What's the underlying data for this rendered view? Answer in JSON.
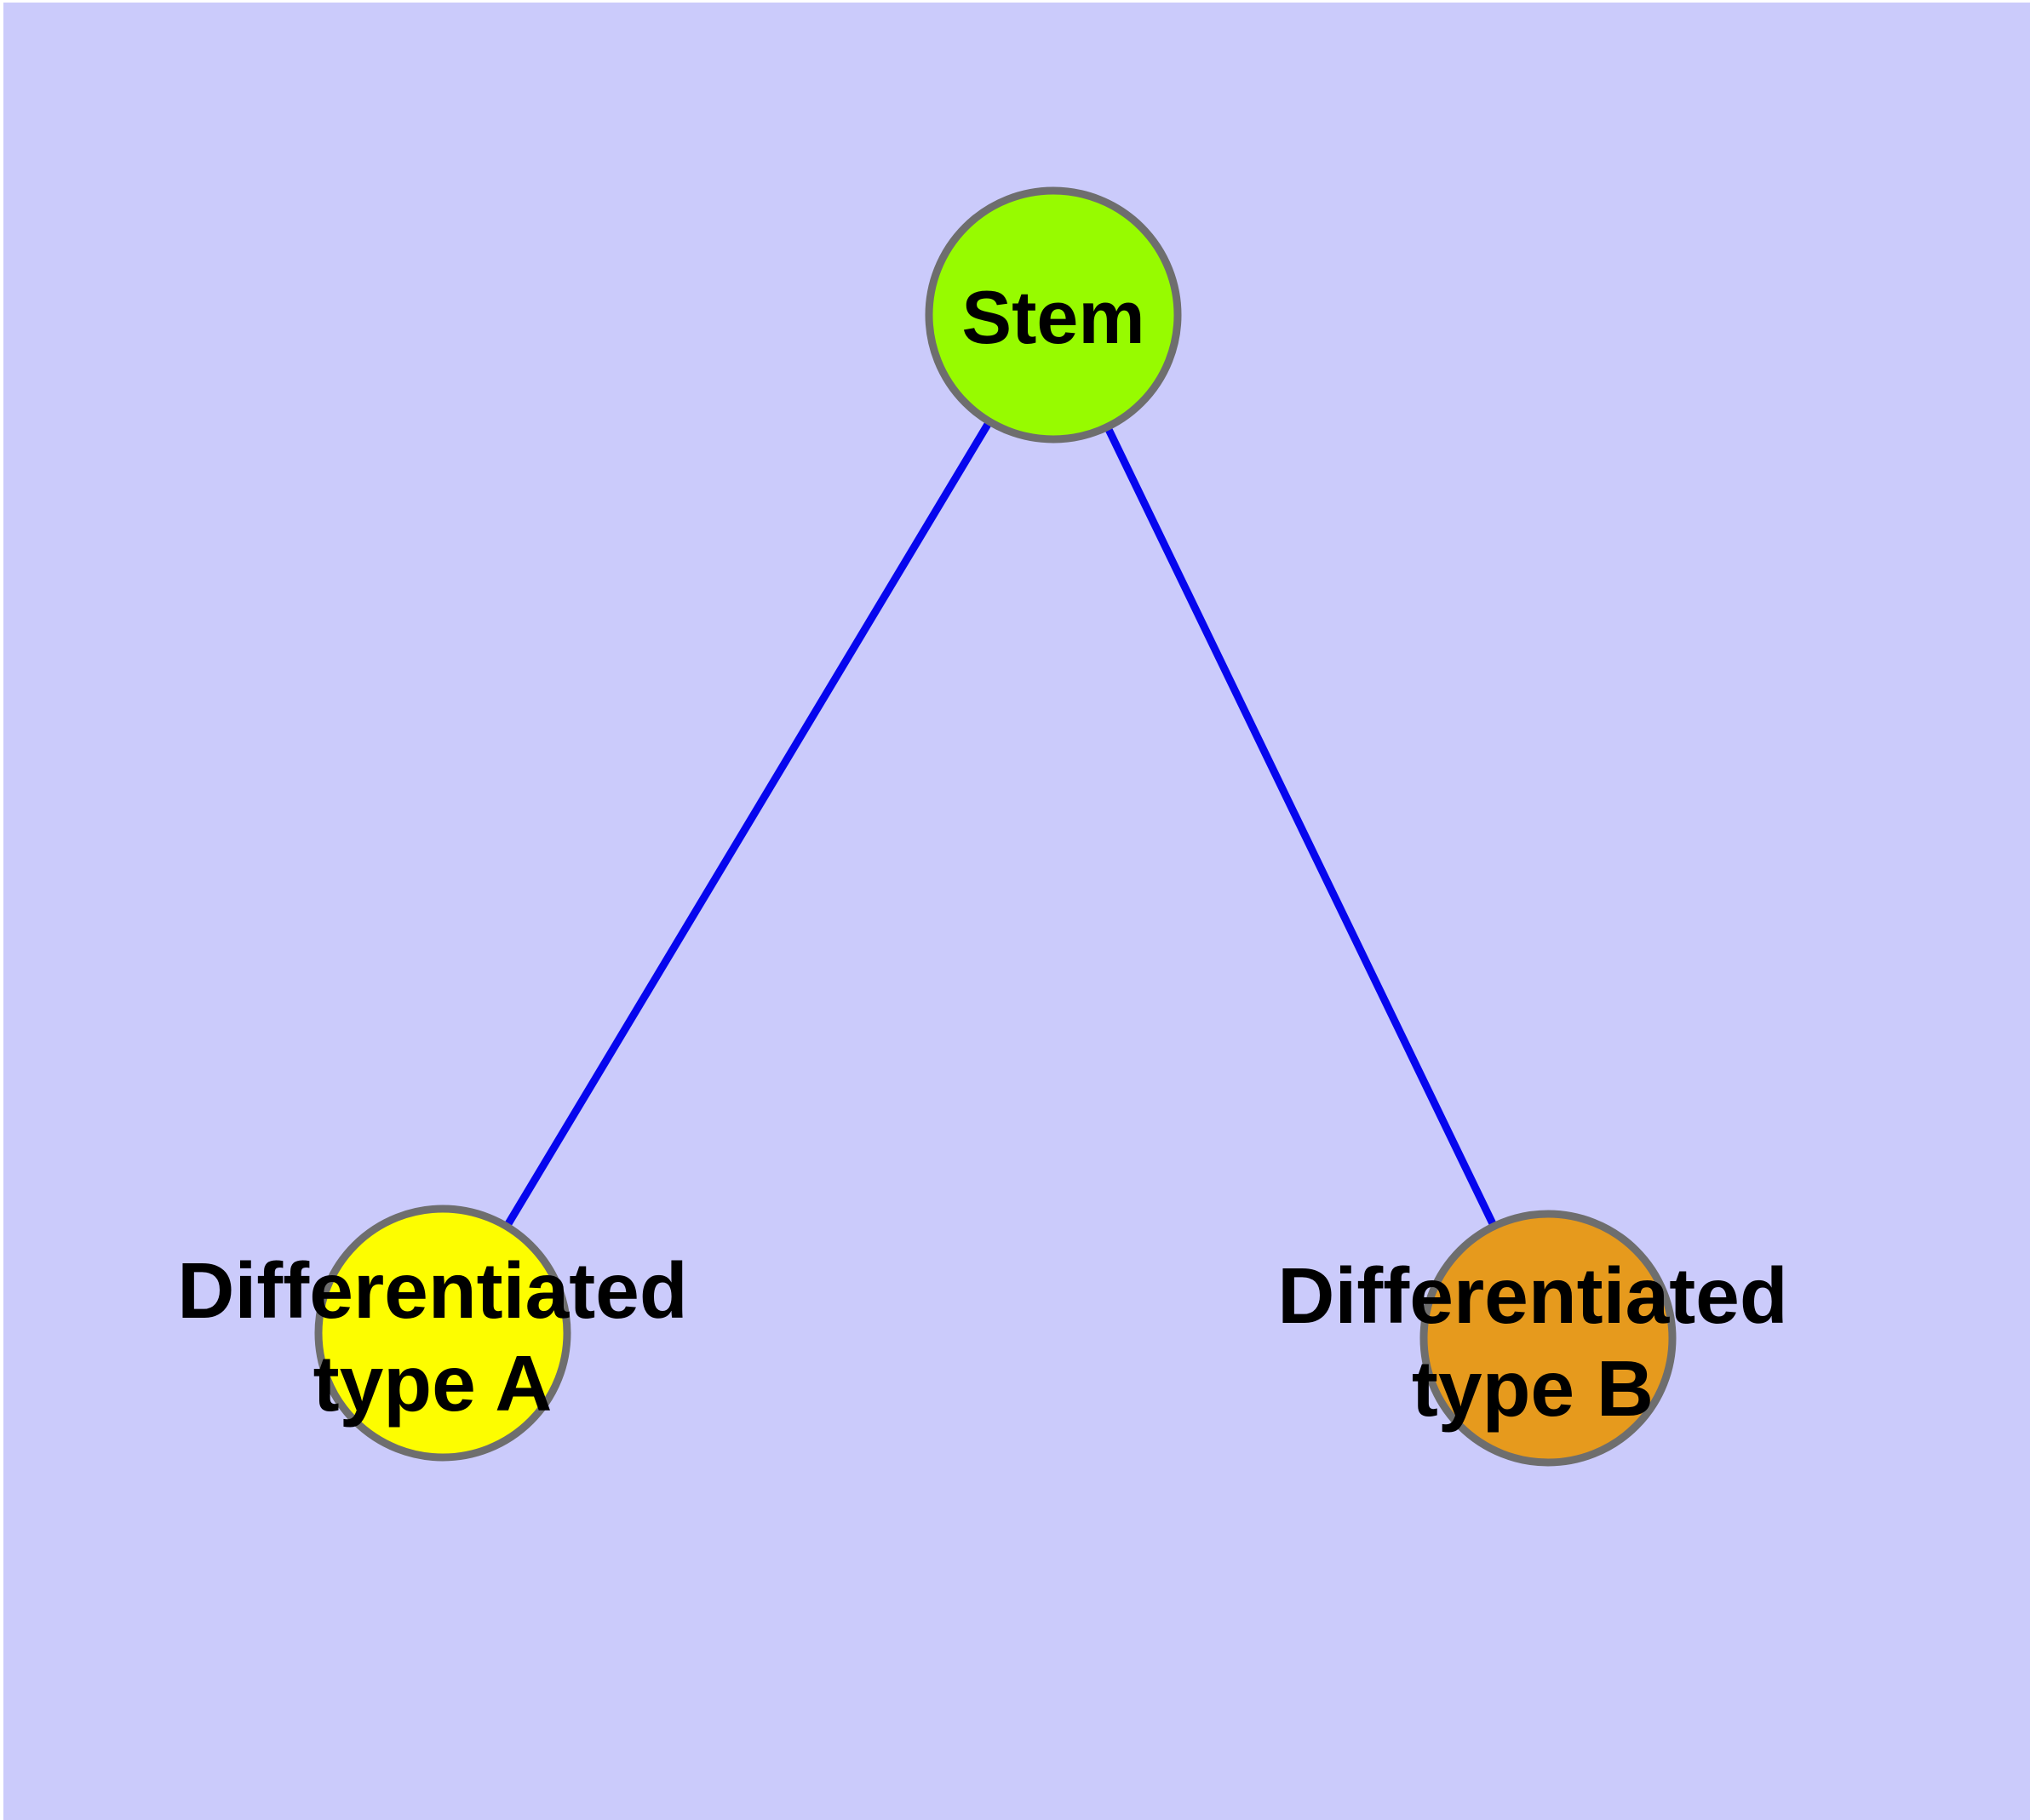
{
  "diagram": {
    "type": "graph",
    "background_color": "#CBCBFB",
    "edge_color": "#0606EE",
    "node_border_color": "#6E6E6E",
    "label_color": "#000000",
    "nodes": [
      {
        "id": "stem",
        "label": "Stem",
        "color": "#97FB00"
      },
      {
        "id": "type-a",
        "label_line1": "Differentiated",
        "label_line2": "type A",
        "color": "#FDFD00"
      },
      {
        "id": "type-b",
        "label_line1": "Differentiated",
        "label_line2": "type B",
        "color": "#E69A1D"
      }
    ],
    "edges": [
      {
        "from": "Stem",
        "to": "Differentiated type A"
      },
      {
        "from": "Stem",
        "to": "Differentiated type B"
      }
    ]
  }
}
